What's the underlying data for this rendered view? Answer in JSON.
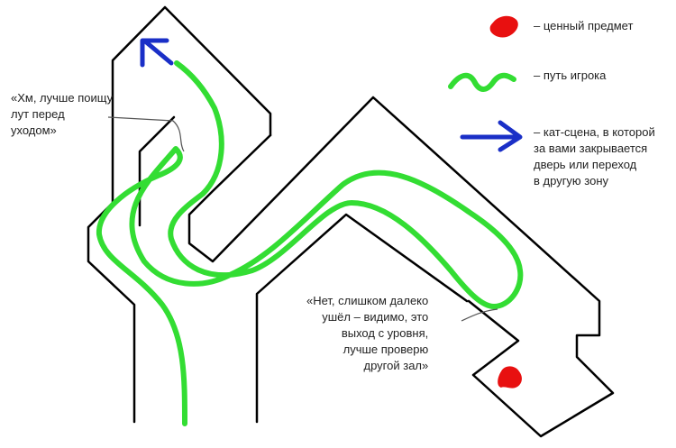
{
  "legend": {
    "item": "– ценный предмет",
    "path": "– путь игрока",
    "cutscene": [
      "– кат-сцена, в которой",
      "за вами закрывается",
      "дверь или переход",
      "в другую зону"
    ]
  },
  "quotes": {
    "first": [
      "«Хм, лучше поищу",
      "лут перед",
      "уходом»"
    ],
    "second": [
      "«Нет, слишком далеко",
      "ушёл – видимо, это",
      "выход с уровня,",
      "лучше проверю",
      "другой зал»"
    ]
  },
  "colors": {
    "wall": "#000000",
    "path": "#33dd33",
    "item": "#e81010",
    "cutscene_arrow": "#1a2fc7"
  }
}
